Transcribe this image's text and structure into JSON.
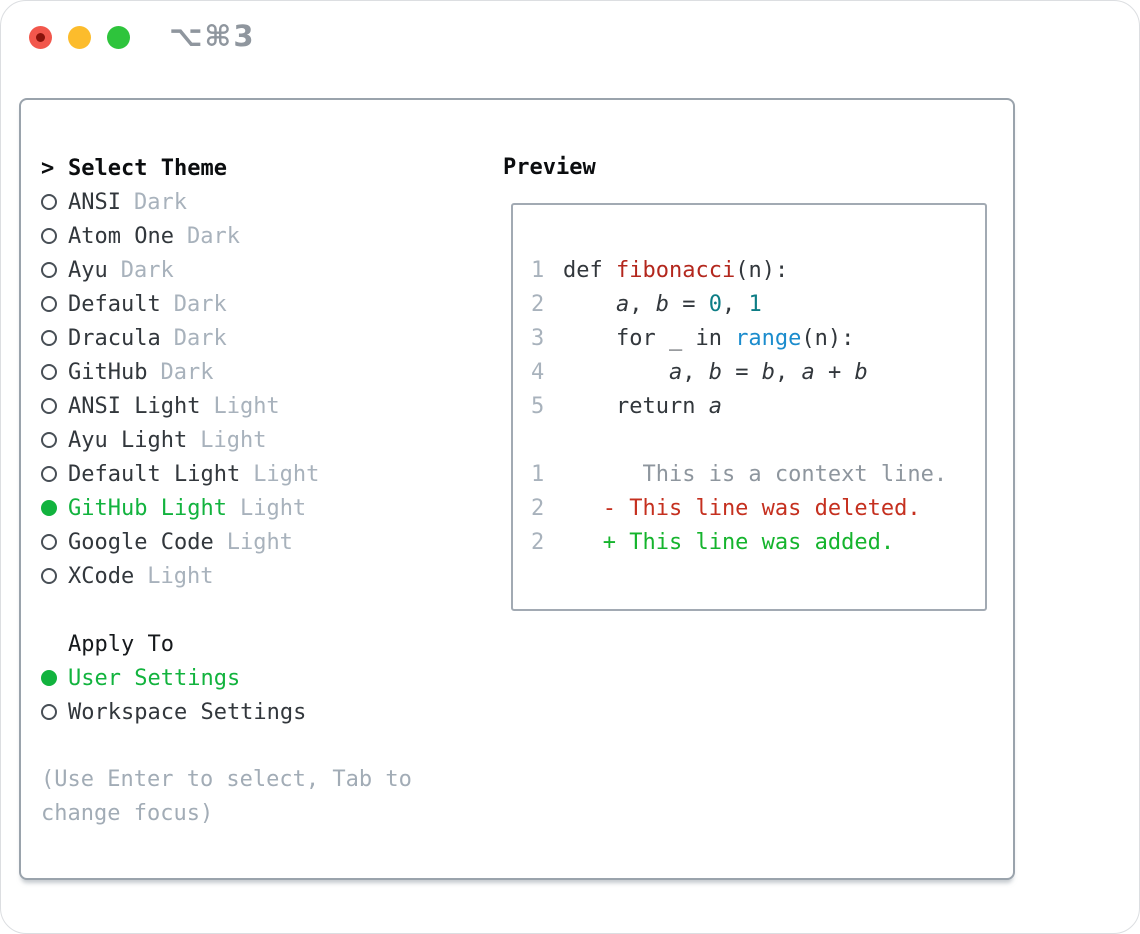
{
  "window": {
    "shortcut": "⌥⌘3"
  },
  "titlebar": {
    "buttons": [
      "close",
      "minimize",
      "zoom"
    ]
  },
  "colors": {
    "selected_green": "#12b33e",
    "item_text": "#32373c",
    "variant_tag_gray": "#a8b2bc",
    "hint_gray": "#a2acb6",
    "panel_border": "#9aa3ac",
    "preview_border": "#a2aab3",
    "function_red": "#b3271d",
    "number_teal": "#0d7d85",
    "builtin_blue": "#1b8ccd",
    "context_gray": "#8e969e",
    "deleted_red": "#c5301f",
    "added_green": "#15b42d",
    "lineno_gray": "#a8b2bc",
    "traffic_red": "#f2574c",
    "traffic_yellow": "#fcbc2c",
    "traffic_green": "#2ec43c"
  },
  "theme_panel": {
    "header_prefix": ">",
    "header": "Select Theme",
    "items": [
      {
        "name": "ANSI",
        "variant": "Dark",
        "selected": false
      },
      {
        "name": "Atom One",
        "variant": "Dark",
        "selected": false
      },
      {
        "name": "Ayu",
        "variant": "Dark",
        "selected": false
      },
      {
        "name": "Default",
        "variant": "Dark",
        "selected": false
      },
      {
        "name": "Dracula",
        "variant": "Dark",
        "selected": false
      },
      {
        "name": "GitHub",
        "variant": "Dark",
        "selected": false
      },
      {
        "name": "ANSI Light",
        "variant": "Light",
        "selected": false
      },
      {
        "name": "Ayu Light",
        "variant": "Light",
        "selected": false
      },
      {
        "name": "Default Light",
        "variant": "Light",
        "selected": false
      },
      {
        "name": "GitHub Light",
        "variant": "Light",
        "selected": true
      },
      {
        "name": "Google Code",
        "variant": "Light",
        "selected": false
      },
      {
        "name": "XCode",
        "variant": "Light",
        "selected": false
      }
    ],
    "apply_to": {
      "header": "Apply To",
      "options": [
        {
          "label": "User Settings",
          "selected": true
        },
        {
          "label": "Workspace Settings",
          "selected": false
        }
      ]
    },
    "hint": "(Use Enter to select, Tab to change focus)"
  },
  "preview": {
    "header": "Preview",
    "lines": [
      {
        "num": "1",
        "tokens": [
          {
            "text": "def ",
            "type": "code"
          },
          {
            "text": "fibonacci",
            "type": "func"
          },
          {
            "text": "(n):",
            "type": "code"
          }
        ]
      },
      {
        "num": "2",
        "tokens": [
          {
            "text": "    ",
            "type": "code"
          },
          {
            "text": "a",
            "type": "var"
          },
          {
            "text": ", ",
            "type": "code"
          },
          {
            "text": "b",
            "type": "var"
          },
          {
            "text": " = ",
            "type": "code"
          },
          {
            "text": "0",
            "type": "num"
          },
          {
            "text": ", ",
            "type": "code"
          },
          {
            "text": "1",
            "type": "num"
          }
        ]
      },
      {
        "num": "3",
        "tokens": [
          {
            "text": "    for _ in ",
            "type": "code"
          },
          {
            "text": "range",
            "type": "call"
          },
          {
            "text": "(n):",
            "type": "code"
          }
        ]
      },
      {
        "num": "4",
        "tokens": [
          {
            "text": "        ",
            "type": "code"
          },
          {
            "text": "a",
            "type": "var"
          },
          {
            "text": ", ",
            "type": "code"
          },
          {
            "text": "b",
            "type": "var"
          },
          {
            "text": " = ",
            "type": "code"
          },
          {
            "text": "b",
            "type": "var"
          },
          {
            "text": ", ",
            "type": "code"
          },
          {
            "text": "a",
            "type": "var"
          },
          {
            "text": " + ",
            "type": "code"
          },
          {
            "text": "b",
            "type": "var"
          }
        ]
      },
      {
        "num": "5",
        "tokens": [
          {
            "text": "    return ",
            "type": "code"
          },
          {
            "text": "a",
            "type": "var"
          }
        ]
      },
      {
        "num": "",
        "tokens": []
      },
      {
        "num": "1",
        "tokens": [
          {
            "text": "      This is a context line.",
            "type": "ctx"
          }
        ]
      },
      {
        "num": "2",
        "tokens": [
          {
            "text": "   - This line was deleted.",
            "type": "del"
          }
        ]
      },
      {
        "num": "2",
        "tokens": [
          {
            "text": "   + This line was added.",
            "type": "add"
          }
        ]
      }
    ]
  }
}
